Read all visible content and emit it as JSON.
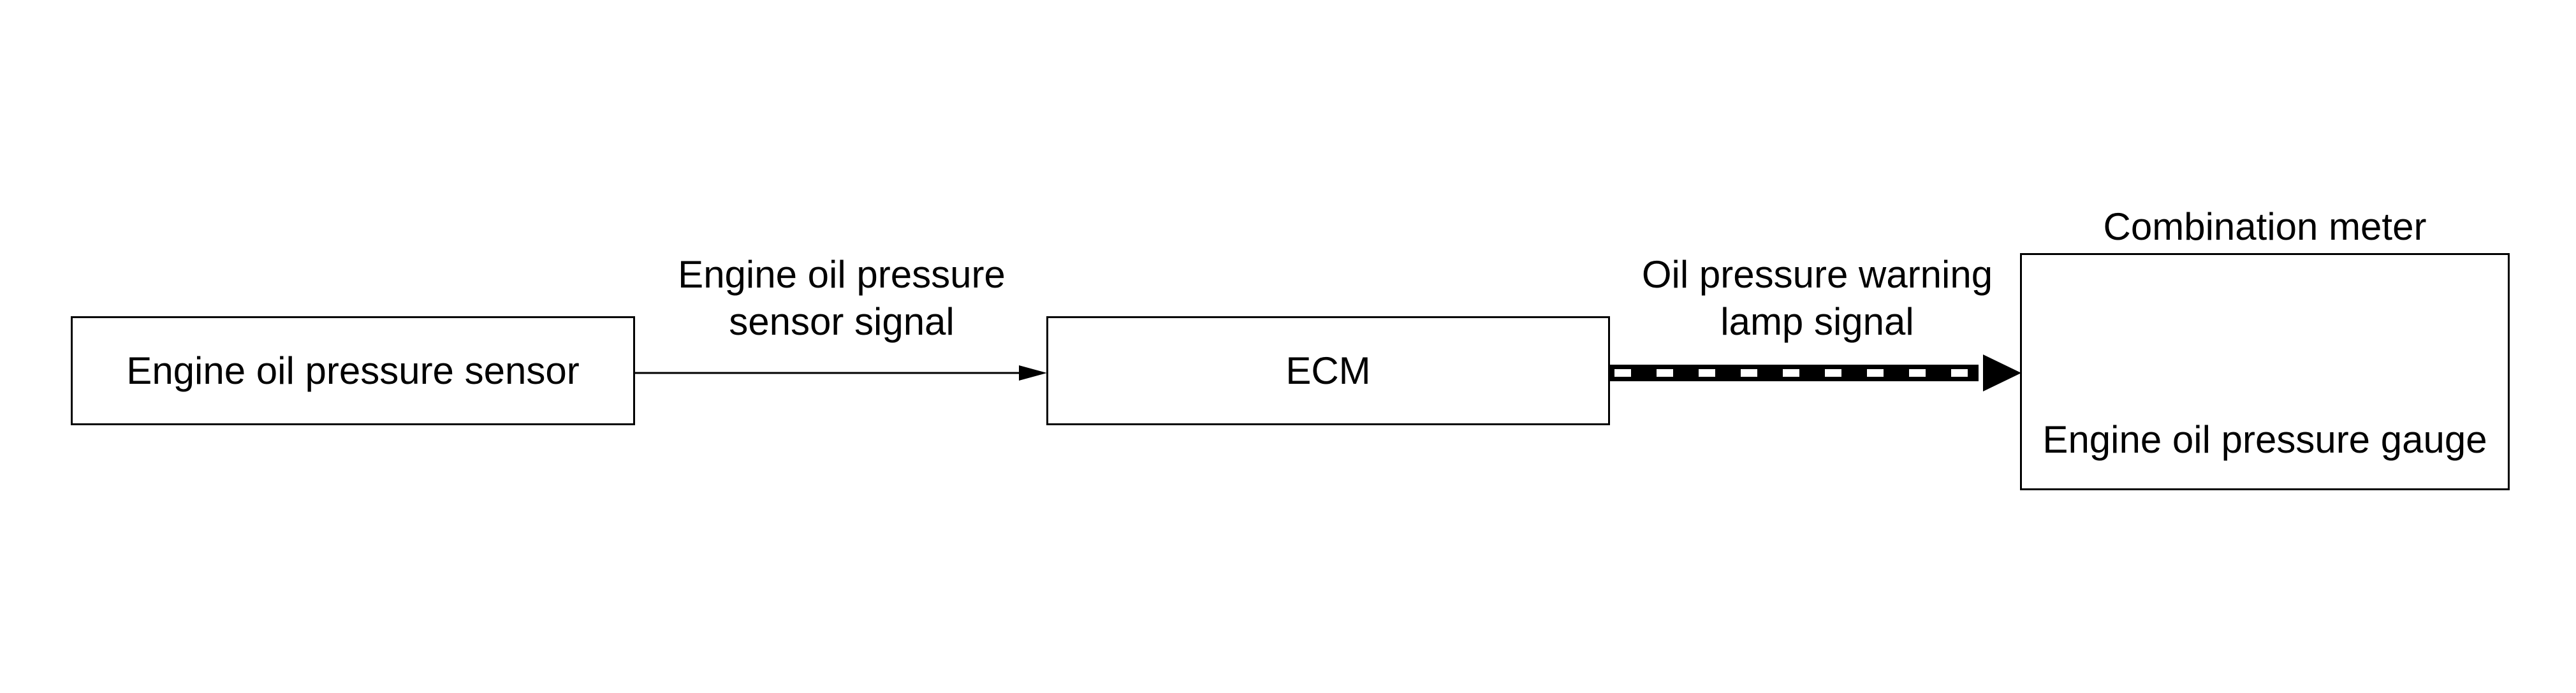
{
  "sensor": {
    "label": "Engine oil pressure sensor"
  },
  "ecm": {
    "label": "ECM"
  },
  "signal_1": {
    "line1": "Engine oil pressure",
    "line2": "sensor signal"
  },
  "signal_2": {
    "line1": "Oil pressure warning",
    "line2": "lamp signal"
  },
  "meter": {
    "title": "Combination meter",
    "gauge_label": "Engine oil pressure gauge",
    "gauge_icon": "gauge-icon"
  },
  "colors": {
    "line": "#000000",
    "background": "#ffffff"
  }
}
